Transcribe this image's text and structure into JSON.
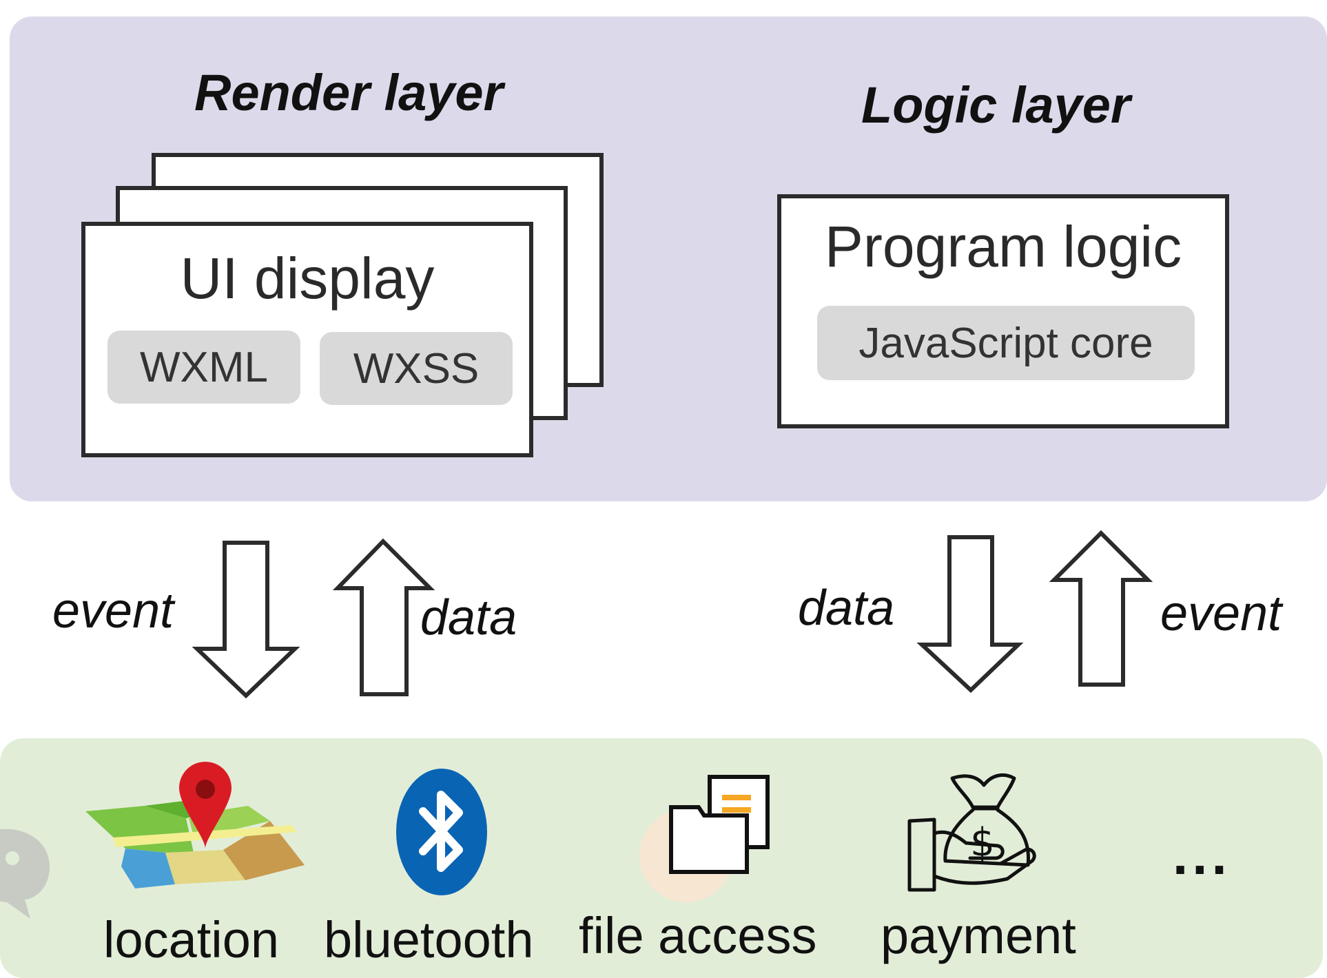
{
  "render_layer": {
    "title": "Render layer",
    "box_title": "UI display",
    "chips": [
      "WXML",
      "WXSS"
    ]
  },
  "logic_layer": {
    "title": "Logic layer",
    "box_title": "Program logic",
    "chip": "JavaScript core"
  },
  "flows": {
    "left": {
      "down_label": "event",
      "up_label": "data"
    },
    "right": {
      "down_label": "data",
      "up_label": "event"
    }
  },
  "capabilities": [
    {
      "label": "location",
      "icon": "map-pin-icon"
    },
    {
      "label": "bluetooth",
      "icon": "bluetooth-icon"
    },
    {
      "label": "file access",
      "icon": "folder-file-icon"
    },
    {
      "label": "payment",
      "icon": "money-bag-hand-icon"
    },
    {
      "label": "...",
      "icon": "ellipsis"
    }
  ],
  "colors": {
    "top_panel": "#dcdaea",
    "bottom_panel": "#e2edd8",
    "chip": "#d9d9d9",
    "pin_red": "#d91c24",
    "bluetooth_blue": "#0a64b4"
  }
}
